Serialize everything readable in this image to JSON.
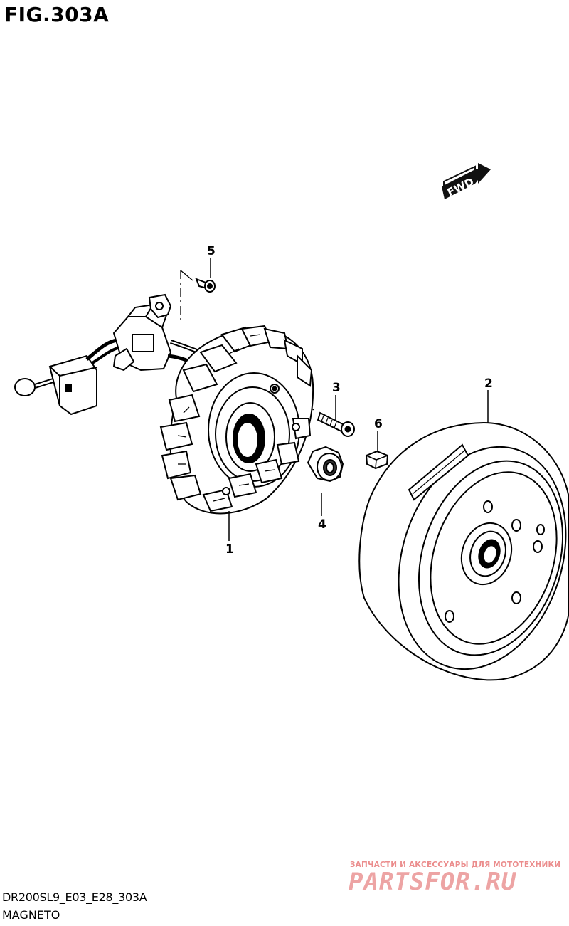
{
  "figure": {
    "title": "FIG.303A",
    "fwd_label": "FWD",
    "code": "DR200SL9_E03_E28_303A",
    "name": "MAGNETO"
  },
  "callouts": [
    {
      "number": "1",
      "part": "stator"
    },
    {
      "number": "2",
      "part": "rotor"
    },
    {
      "number": "3",
      "part": "bolt"
    },
    {
      "number": "4",
      "part": "nut"
    },
    {
      "number": "5",
      "part": "screw"
    },
    {
      "number": "6",
      "part": "key"
    }
  ],
  "watermark": {
    "line1": "ЗАПЧАСТИ И АКСЕССУАРЫ ДЛЯ МОТОТЕХНИКИ",
    "line2": "PARTSFOR.RU"
  }
}
